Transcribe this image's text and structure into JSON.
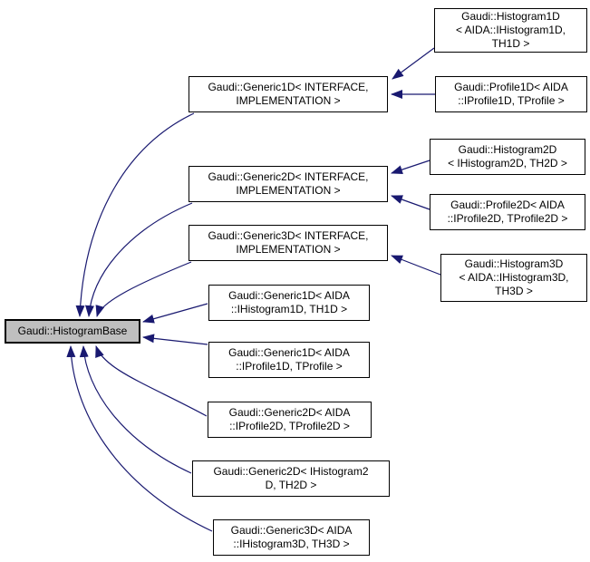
{
  "diagram_title": "Gaudi::HistogramBase inheritance graph",
  "colors": {
    "arrow": "#191970",
    "node-border": "#000000",
    "node-fill": "#ffffff",
    "base-fill": "#bfbfbf",
    "text": "#000000",
    "bg": "#ffffff"
  },
  "nodes": {
    "base": {
      "lines": [
        "Gaudi::HistogramBase"
      ]
    },
    "g1d_tpl": {
      "lines": [
        "Gaudi::Generic1D< INTERFACE,",
        "IMPLEMENTATION >"
      ]
    },
    "g2d_tpl": {
      "lines": [
        "Gaudi::Generic2D< INTERFACE,",
        "IMPLEMENTATION >"
      ]
    },
    "g3d_tpl": {
      "lines": [
        "Gaudi::Generic3D< INTERFACE,",
        "IMPLEMENTATION >"
      ]
    },
    "hist1d": {
      "lines": [
        "Gaudi::Histogram1D",
        "< AIDA::IHistogram1D,",
        "TH1D >"
      ]
    },
    "prof1d": {
      "lines": [
        "Gaudi::Profile1D< AIDA",
        "::IProfile1D, TProfile >"
      ]
    },
    "hist2d": {
      "lines": [
        "Gaudi::Histogram2D",
        "< IHistogram2D, TH2D >"
      ]
    },
    "prof2d": {
      "lines": [
        "Gaudi::Profile2D< AIDA",
        "::IProfile2D, TProfile2D >"
      ]
    },
    "hist3d": {
      "lines": [
        "Gaudi::Histogram3D",
        "< AIDA::IHistogram3D,",
        "TH3D >"
      ]
    },
    "g1d_hist": {
      "lines": [
        "Gaudi::Generic1D< AIDA",
        "::IHistogram1D, TH1D >"
      ]
    },
    "g1d_prof": {
      "lines": [
        "Gaudi::Generic1D< AIDA",
        "::IProfile1D, TProfile >"
      ]
    },
    "g2d_prof": {
      "lines": [
        "Gaudi::Generic2D< AIDA",
        "::IProfile2D, TProfile2D >"
      ]
    },
    "g2d_hist": {
      "lines": [
        "Gaudi::Generic2D< IHistogram2",
        "D, TH2D >"
      ]
    },
    "g3d_hist": {
      "lines": [
        "Gaudi::Generic3D< AIDA",
        "::IHistogram3D, TH3D >"
      ]
    }
  },
  "edges": [
    {
      "from": "hist1d",
      "to": "g1d_tpl",
      "relation": "inheritance"
    },
    {
      "from": "prof1d",
      "to": "g1d_tpl",
      "relation": "inheritance"
    },
    {
      "from": "hist2d",
      "to": "g2d_tpl",
      "relation": "inheritance"
    },
    {
      "from": "prof2d",
      "to": "g2d_tpl",
      "relation": "inheritance"
    },
    {
      "from": "hist3d",
      "to": "g3d_tpl",
      "relation": "inheritance"
    },
    {
      "from": "g1d_tpl",
      "to": "base",
      "relation": "inheritance"
    },
    {
      "from": "g2d_tpl",
      "to": "base",
      "relation": "inheritance"
    },
    {
      "from": "g3d_tpl",
      "to": "base",
      "relation": "inheritance"
    },
    {
      "from": "g1d_hist",
      "to": "base",
      "relation": "inheritance"
    },
    {
      "from": "g1d_prof",
      "to": "base",
      "relation": "inheritance"
    },
    {
      "from": "g2d_prof",
      "to": "base",
      "relation": "inheritance"
    },
    {
      "from": "g2d_hist",
      "to": "base",
      "relation": "inheritance"
    },
    {
      "from": "g3d_hist",
      "to": "base",
      "relation": "inheritance"
    }
  ]
}
